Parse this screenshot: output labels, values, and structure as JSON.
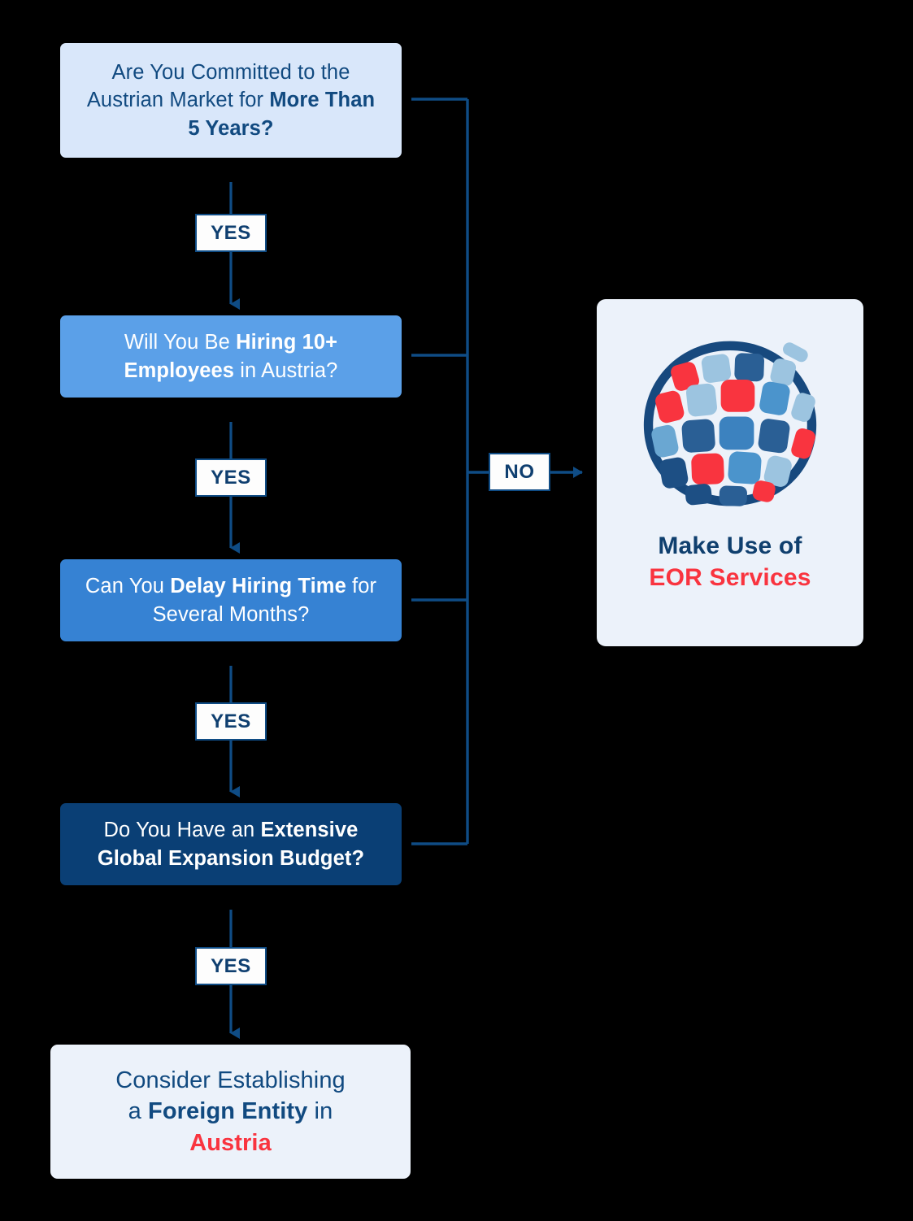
{
  "title": "Austria EOR vs Entity Decision Flowchart",
  "colors": {
    "background": "#000000",
    "node1_bg": "#d9e7fa",
    "node2_bg": "#5ba0e8",
    "node3_bg": "#3682d3",
    "node4_bg": "#0a3f75",
    "node5_bg": "#ecf2fa",
    "card_bg": "#ecf2fa",
    "navy_text": "#114a80",
    "accent_red": "#f9343f",
    "line": "#0f4c85"
  },
  "nodes": [
    {
      "id": "committed-question",
      "parts": [
        {
          "text": "Are You Committed to the Austrian Market for ",
          "bold": false
        },
        {
          "text": "More Than 5 Years?",
          "bold": true
        }
      ],
      "plain": "Are You Committed to the Austrian Market for More Than 5 Years?"
    },
    {
      "id": "hiring-question",
      "parts": [
        {
          "text": "Will You Be ",
          "bold": false
        },
        {
          "text": "Hiring 10+ Employees",
          "bold": true
        },
        {
          "text": " in Austria?",
          "bold": false
        }
      ],
      "plain": "Will You Be Hiring 10+ Employees in Austria?"
    },
    {
      "id": "delay-question",
      "parts": [
        {
          "text": "Can You ",
          "bold": false
        },
        {
          "text": "Delay Hiring Time",
          "bold": true
        },
        {
          "text": " for Several Months?",
          "bold": false
        }
      ],
      "plain": "Can You Delay Hiring Time for Several Months?"
    },
    {
      "id": "budget-question",
      "parts": [
        {
          "text": "Do You Have an ",
          "bold": false
        },
        {
          "text": "Extensive Global Expansion Budget?",
          "bold": true
        }
      ],
      "plain": "Do You Have an Extensive Global Expansion Budget?"
    }
  ],
  "outcome_entity": {
    "id": "establish-entity-outcome",
    "line1_prefix": "Consider Establishing",
    "line2_a": "a ",
    "line2_bold": "Foreign Entity",
    "line2_b": " in",
    "line3_accent": "Austria",
    "plain": "Consider Establishing a Foreign Entity in Austria"
  },
  "outcome_eor": {
    "id": "eor-outcome",
    "icon": "globe-icon",
    "caption_line1": "Make Use of",
    "caption_line2": "EOR Services",
    "plain": "Make Use of EOR Services"
  },
  "edges": {
    "yes_label": "YES",
    "no_label": "NO",
    "yes_count": 4,
    "no_count": 1
  }
}
